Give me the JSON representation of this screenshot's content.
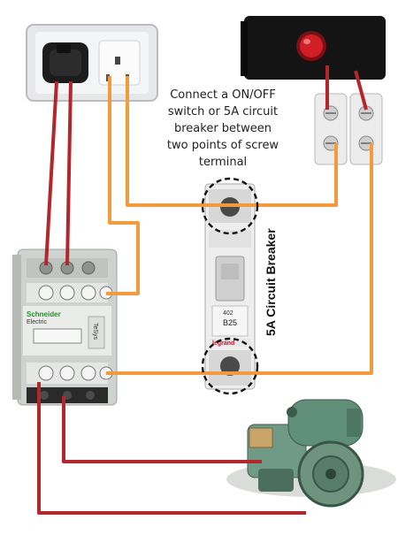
{
  "annotation": {
    "lines": [
      "Connect a ON/OFF",
      "switch or 5A circuit",
      "breaker between",
      "two points of screw",
      "terminal"
    ]
  },
  "breaker": {
    "side_label": "5A Circuit Breaker",
    "brand": "legrand",
    "model": "B25",
    "code": "402"
  },
  "contactor": {
    "brand": "Schneider",
    "sub_brand": "Electric",
    "series": "TeSys"
  },
  "colors": {
    "wire_red": "#b3262b",
    "wire_orange": "#f39a3c",
    "contactor_body": "#d8dcd8",
    "motor_green": "#5f8f78",
    "button_red": "#d21f26"
  },
  "icons": [
    "wall-socket-icon",
    "plug-icon",
    "push-button-icon",
    "screw-terminal-icon",
    "contactor-icon",
    "circuit-breaker-icon",
    "motor-pump-icon"
  ]
}
